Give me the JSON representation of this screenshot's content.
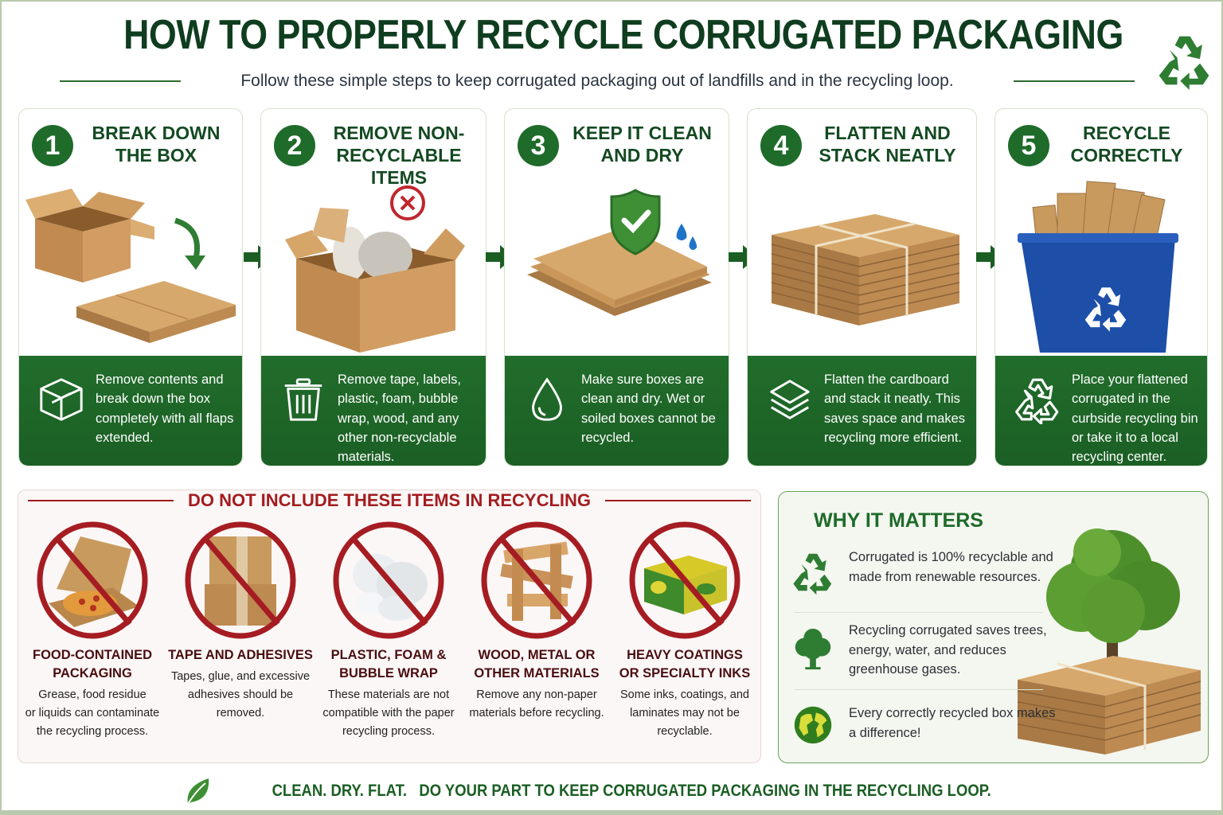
{
  "header": {
    "title": "HOW TO PROPERLY RECYCLE CORRUGATED PACKAGING",
    "subtitle": "Follow these simple steps to keep corrugated packaging out of landfills and in the recycling loop.",
    "icon": "recycle-icon"
  },
  "colors": {
    "primary_green": "#1f6b2a",
    "dark_green_title": "#0f3d1f",
    "warning_red": "#a31c20",
    "bin_blue": "#1d4fa8",
    "cardboard": "#c89a5e"
  },
  "steps": [
    {
      "number": "1",
      "title": "BREAK DOWN\nTHE BOX",
      "description": "Remove contents and break down the box completely with all flaps extended.",
      "icon": "box-icon",
      "illustration": "open-box-and-flattened-box"
    },
    {
      "number": "2",
      "title": "REMOVE NON-\nRECYCLABLE ITEMS",
      "description": "Remove tape, labels, plastic, foam, bubble wrap, wood, and any other non-recyclable materials.",
      "icon": "trash-icon",
      "illustration": "box-with-foam-and-x"
    },
    {
      "number": "3",
      "title": "KEEP IT CLEAN\nAND DRY",
      "description": "Make sure boxes are clean and dry. Wet or soiled boxes cannot be recycled.",
      "icon": "water-drop-icon",
      "illustration": "flattened-boxes-with-shield-check"
    },
    {
      "number": "4",
      "title": "FLATTEN AND\nSTACK NEATLY",
      "description": "Flatten the cardboard and stack it neatly. This saves space and makes recycling more efficient.",
      "icon": "layers-icon",
      "illustration": "tied-cardboard-stack"
    },
    {
      "number": "5",
      "title": "RECYCLE\nCORRECTLY",
      "description": "Place your flattened corrugated in the curbside recycling bin or take it to a local recycling center.",
      "icon": "recycle-icon",
      "illustration": "blue-recycling-bin"
    }
  ],
  "do_not_include": {
    "title": "DO NOT INCLUDE THESE ITEMS IN RECYCLING",
    "items": [
      {
        "title": "FOOD-CONTAINED\nPACKAGING",
        "text": "Grease, food residue\nor liquids can contaminate\nthe recycling process.",
        "illustration": "pizza-box"
      },
      {
        "title": "TAPE AND ADHESIVES",
        "text": "Tapes, glue, and excessive\nadhesives should be\nremoved.",
        "illustration": "taped-boxes"
      },
      {
        "title": "PLASTIC, FOAM &\nBUBBLE WRAP",
        "text": "These materials are not\ncompatible with the paper\nrecycling process.",
        "illustration": "foam-peanuts"
      },
      {
        "title": "WOOD, METAL OR\nOTHER MATERIALS",
        "text": "Remove any non-paper\nmaterials before recycling.",
        "illustration": "wood-pieces"
      },
      {
        "title": "HEAVY COATINGS\nOR SPECIALTY INKS",
        "text": "Some inks, coatings, and\nlaminates may not be\nrecyclable.",
        "illustration": "printed-coated-box"
      }
    ]
  },
  "why_it_matters": {
    "title": "WHY IT MATTERS",
    "items": [
      {
        "icon": "recycle-icon",
        "text": "Corrugated is 100% recyclable and made from renewable resources."
      },
      {
        "icon": "tree-icon",
        "text": "Recycling corrugated saves trees, energy, water, and reduces greenhouse gases."
      },
      {
        "icon": "globe-icon",
        "text": "Every correctly recycled box makes a difference!"
      }
    ]
  },
  "footer": {
    "text": "CLEAN. DRY. FLAT.   DO YOUR PART TO KEEP CORRUGATED PACKAGING IN THE RECYCLING LOOP.",
    "icon": "leaf-icon"
  }
}
